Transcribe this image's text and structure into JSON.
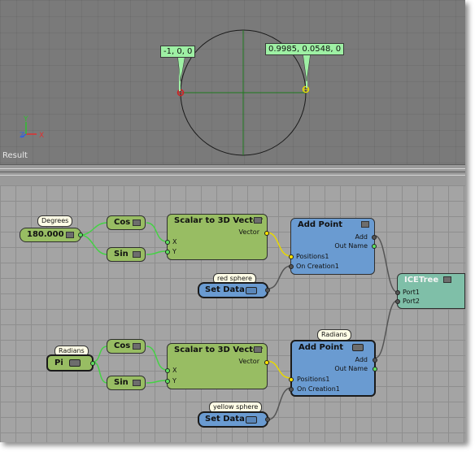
{
  "viewport": {
    "label": "Result",
    "axes": {
      "x": "X",
      "y": "Y",
      "z": "Z"
    },
    "coord_left": "-1, 0, 0",
    "coord_right": "0.9985, 0.0548, 0",
    "colors": {
      "circle": "#1a1a1a",
      "crosshair": "#1e7a1e",
      "red_point": "#d02020",
      "yellow_point": "#e8e000"
    }
  },
  "graph": {
    "top_chain": {
      "bubble": "Degrees",
      "value": "180.000",
      "cos": "Cos",
      "sin": "Sin",
      "scalar_title": "Scalar to 3D Vector",
      "scalar_out": "Vector",
      "scalar_x": "X",
      "scalar_y": "Y",
      "addpoint_title": "Add Point",
      "addpoint_positions": "Positions1",
      "addpoint_oncreation": "On Creation1",
      "addpoint_add": "Add",
      "addpoint_outname": "Out Name",
      "setdata_bubble": "red sphere",
      "setdata_label": "Set Data"
    },
    "bottom_chain": {
      "bubble": "Radians",
      "value": "Pi",
      "cos": "Cos",
      "sin": "Sin",
      "scalar_title": "Scalar to 3D Vector",
      "scalar_out": "Vector",
      "scalar_x": "X",
      "scalar_y": "Y",
      "addpoint_bubble": "Radians",
      "addpoint_title": "Add Point",
      "addpoint_positions": "Positions1",
      "addpoint_oncreation": "On Creation1",
      "addpoint_add": "Add",
      "addpoint_outname": "Out Name",
      "setdata_bubble": "yellow sphere",
      "setdata_label": "Set Data"
    },
    "icetree": {
      "title": "ICETree",
      "port1": "Port1",
      "port2": "Port2"
    },
    "colors": {
      "green_node": "#98bd63",
      "blue_node": "#6a9bd1",
      "teal_node": "#7fbfa8",
      "wire_green": "#45d245",
      "wire_yellow": "#e8d800",
      "wire_gray": "#555555"
    }
  }
}
